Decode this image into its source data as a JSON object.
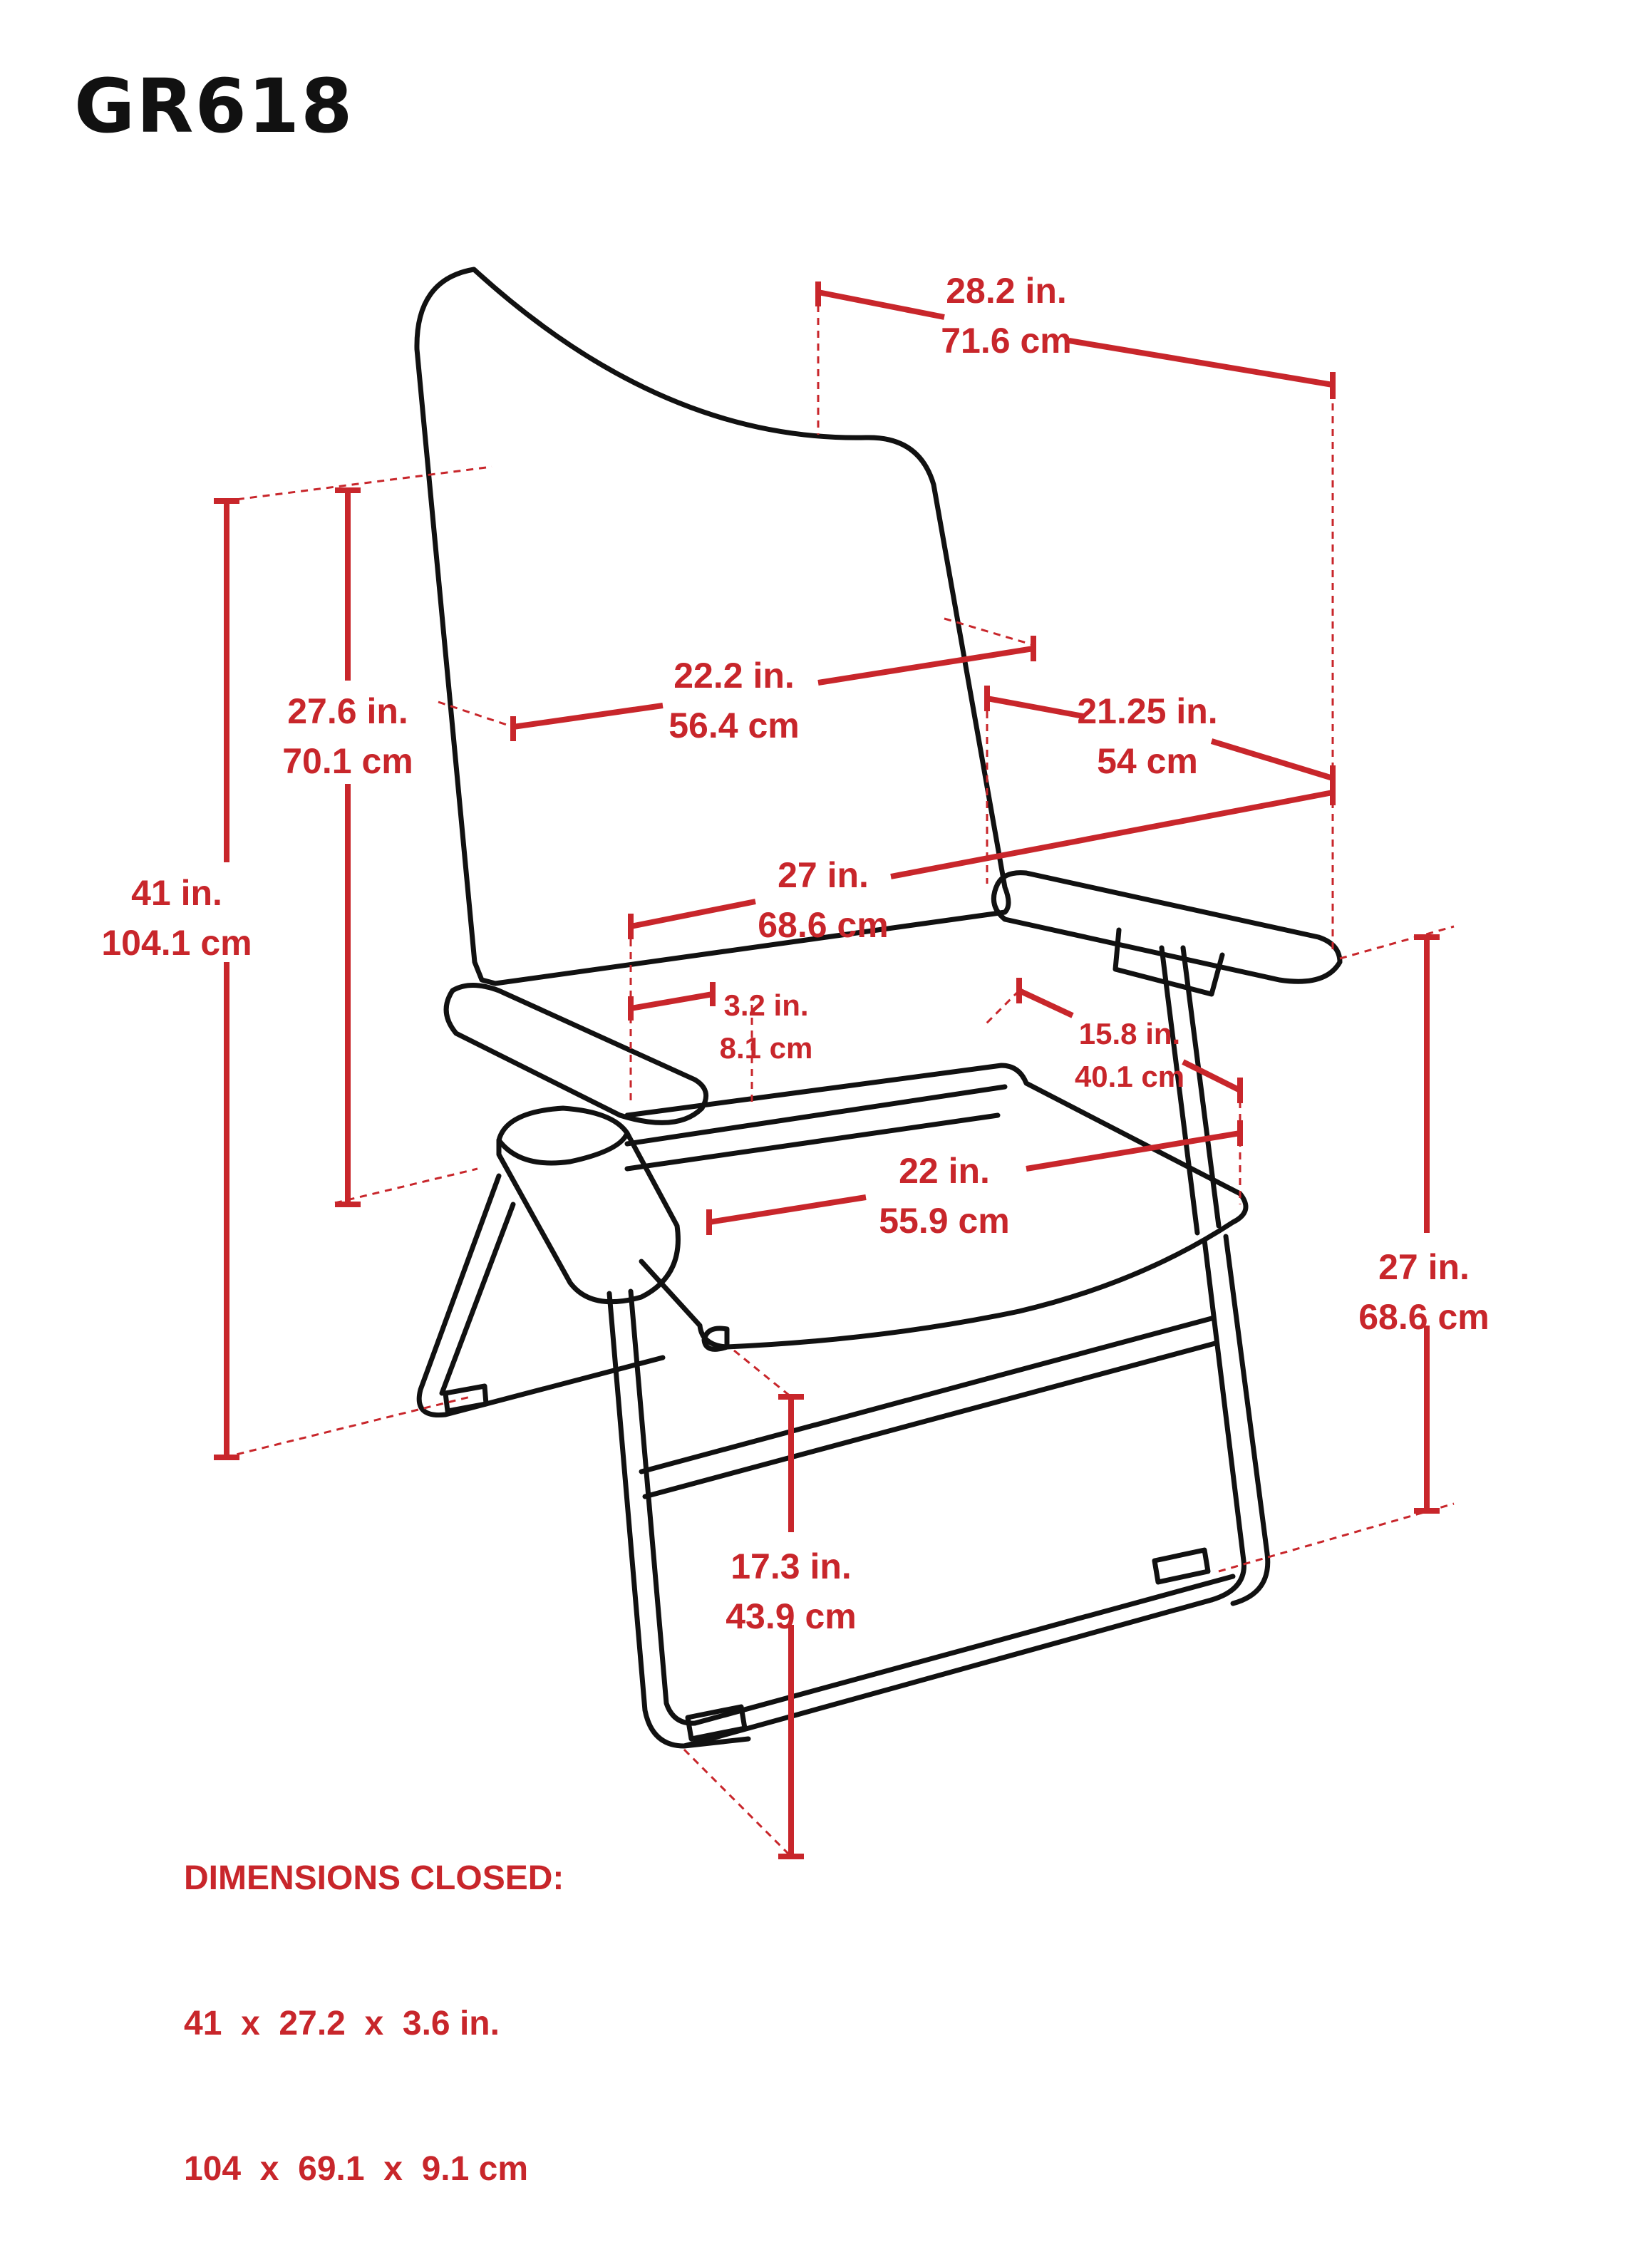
{
  "title": "GR618",
  "colors": {
    "dimension": "#c8262b",
    "outline": "#111111",
    "background": "#ffffff"
  },
  "dimensions": {
    "overall_width": {
      "imperial": "28.2 in.",
      "metric": "71.6 cm"
    },
    "overall_height": {
      "imperial": "41 in.",
      "metric": "104.1 cm"
    },
    "back_height": {
      "imperial": "27.6 in.",
      "metric": "70.1 cm"
    },
    "back_width": {
      "imperial": "22.2 in.",
      "metric": "56.4 cm"
    },
    "depth": {
      "imperial": "21.25 in.",
      "metric": "54 cm"
    },
    "inner_width": {
      "imperial": "27 in.",
      "metric": "68.6 cm"
    },
    "armrest_width": {
      "imperial": "3.2 in.",
      "metric": "8.1 cm"
    },
    "seat_depth": {
      "imperial": "15.8 in.",
      "metric": "40.1 cm"
    },
    "seat_width": {
      "imperial": "22 in.",
      "metric": "55.9 cm"
    },
    "arm_height": {
      "imperial": "27 in.",
      "metric": "68.6 cm"
    },
    "seat_height": {
      "imperial": "17.3 in.",
      "metric": "43.9 cm"
    }
  },
  "closed": {
    "heading": "DIMENSIONS CLOSED:",
    "imperial": "41  x  27.2  x  3.6 in.",
    "metric": "104  x  69.1  x  9.1 cm"
  }
}
